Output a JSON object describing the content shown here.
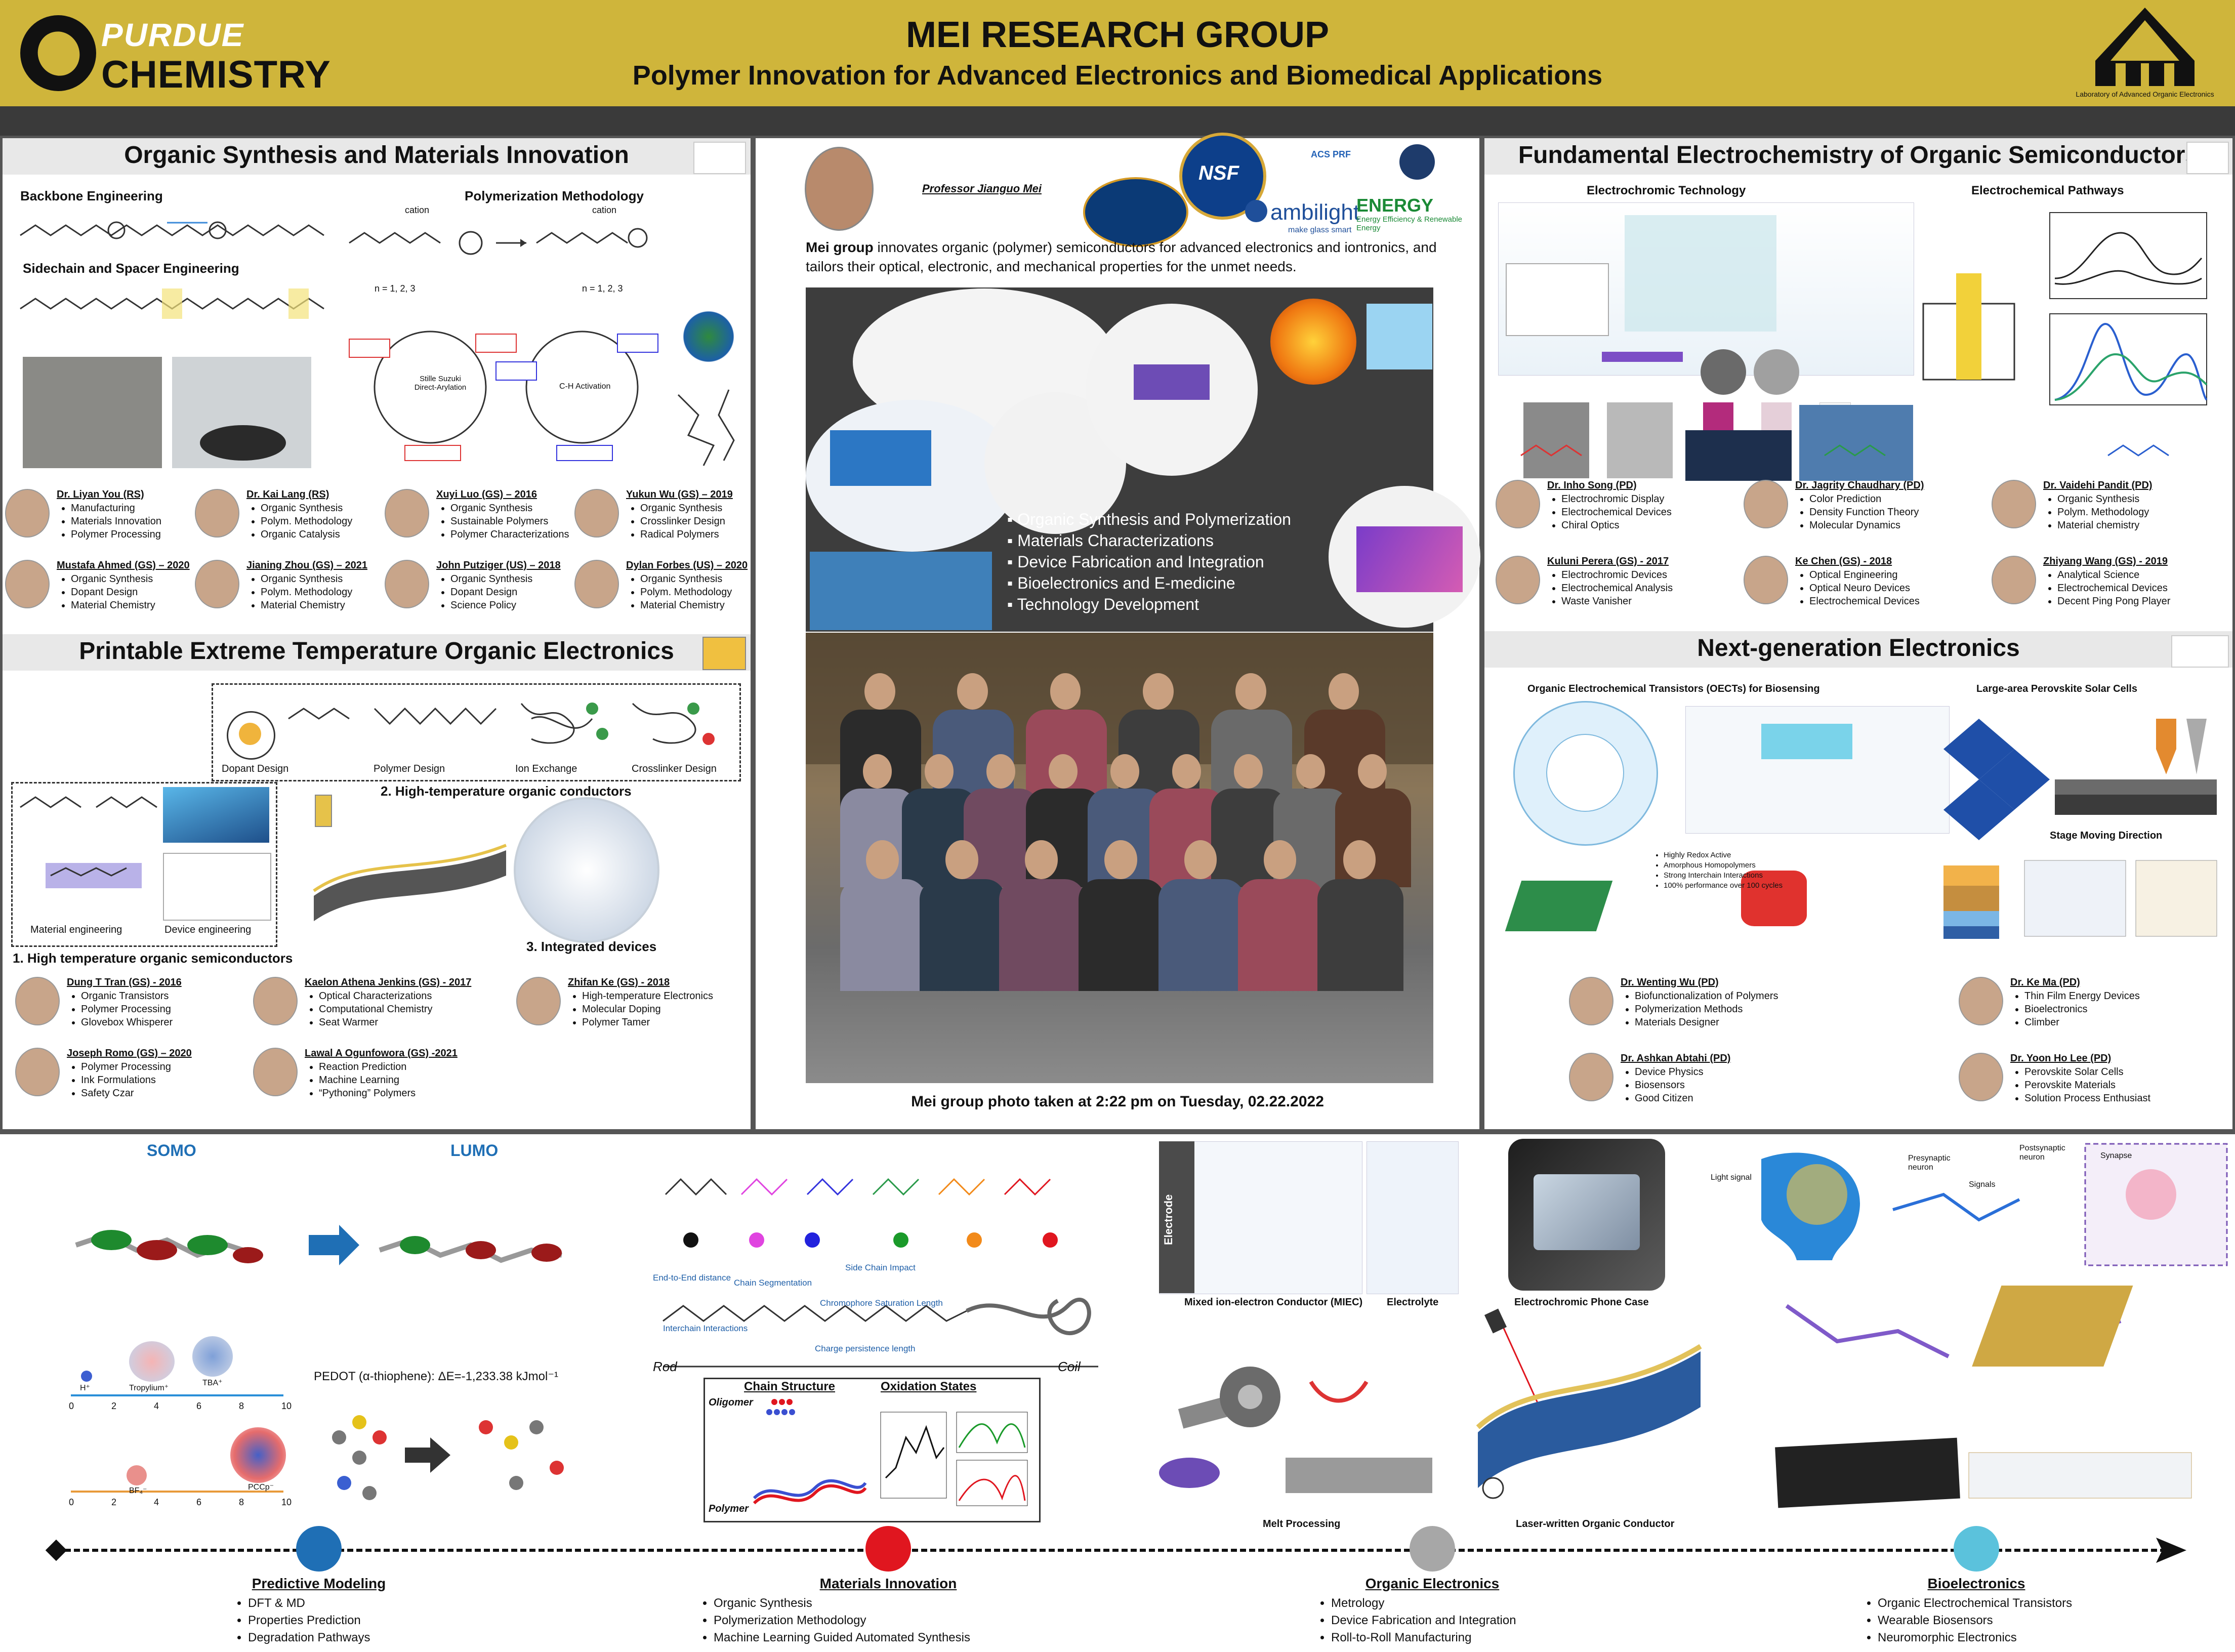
{
  "header": {
    "logo_top": "PURDUE",
    "logo_bottom": "CHEMISTRY",
    "title": "MEI RESEARCH GROUP",
    "subtitle": "Polymer Innovation for Advanced Electronics and Biomedical Applications",
    "lab_logo_text": "Laboratory of Advanced Organic Electronics"
  },
  "synthesis": {
    "title": "Organic Synthesis and Materials Innovation",
    "backbone": "Backbone Engineering",
    "sidechain": "Sidechain and Spacer Engineering",
    "polymerization": "Polymerization Methodology",
    "n_label": "n = 1, 2, 3",
    "cation": "cation",
    "stille": "Stille Suzuki Direct-Arylation",
    "ch_activation": "C-H Activation",
    "people": [
      {
        "name": "Dr. Liyan You (RS)",
        "items": [
          "Manufacturing",
          "Materials Innovation",
          "Polymer Processing"
        ]
      },
      {
        "name": "Dr. Kai Lang (RS)",
        "items": [
          "Organic Synthesis",
          "Polym. Methodology",
          "Organic Catalysis"
        ]
      },
      {
        "name": "Xuyi Luo (GS) – 2016",
        "items": [
          "Organic Synthesis",
          "Sustainable Polymers",
          "Polymer Characterizations"
        ]
      },
      {
        "name": "Yukun Wu (GS) – 2019",
        "items": [
          "Organic Synthesis",
          "Crosslinker Design",
          "Radical Polymers"
        ]
      },
      {
        "name": "Mustafa Ahmed (GS) – 2020",
        "items": [
          "Organic Synthesis",
          "Dopant Design",
          "Material Chemistry"
        ]
      },
      {
        "name": "Jianing Zhou (GS) – 2021",
        "items": [
          "Organic Synthesis",
          "Polym. Methodology",
          "Material Chemistry"
        ]
      },
      {
        "name": "John Putziger (US) – 2018",
        "items": [
          "Organic Synthesis",
          "Dopant Design",
          "Science Policy"
        ]
      },
      {
        "name": "Dylan Forbes (US) – 2020",
        "items": [
          "Organic Synthesis",
          "Polym. Methodology",
          "Material Chemistry"
        ]
      }
    ]
  },
  "printable": {
    "title": "Printable Extreme Temperature Organic Electronics",
    "design_labels": [
      "Dopant Design",
      "Polymer Design",
      "Ion Exchange",
      "Crosslinker Design"
    ],
    "material_eng": "Material engineering",
    "device_eng": "Device engineering",
    "item1": "1.  High temperature organic semiconductors",
    "item2": "2. High-temperature organic conductors",
    "item3": "3. Integrated devices",
    "people": [
      {
        "name": "Dung T Tran (GS) - 2016",
        "items": [
          "Organic Transistors",
          "Polymer Processing",
          "Glovebox Whisperer"
        ]
      },
      {
        "name": "Kaelon Athena Jenkins (GS) - 2017",
        "items": [
          "Optical Characterizations",
          "Computational Chemistry",
          "Seat Warmer"
        ]
      },
      {
        "name": "Zhifan Ke (GS) - 2018",
        "items": [
          "High-temperature Electronics",
          "Molecular Doping",
          "Polymer Tamer"
        ]
      },
      {
        "name": "Joseph Romo (GS) – 2020",
        "items": [
          "Polymer Processing",
          "Ink Formulations",
          "Safety Czar"
        ]
      },
      {
        "name": "Lawal A Ogunfowora (GS) -2021",
        "items": [
          "Reaction Prediction",
          "Machine Learning",
          "“Pythoning” Polymers"
        ]
      }
    ]
  },
  "center": {
    "professor": "Professor Jianguo Mei",
    "intro_bold": "Mei group",
    "intro_rest": " innovates organic (polymer) semiconductors for advanced electronics and iontronics, and tailors their optical, electronic, and mechanical properties for the unmet needs.",
    "sponsors": [
      "NSF",
      "ACS PRF",
      "ambilight",
      "ENERGY"
    ],
    "ambilight_tag": "make glass smart",
    "energy_tag": "Energy Efficiency & Renewable Energy",
    "areas": [
      "Organic Synthesis and Polymerization",
      "Materials Characterizations",
      "Device Fabrication and Integration",
      "Bioelectronics and E-medicine",
      "Technology Development"
    ],
    "photo_caption": "Mei group photo taken at 2:22 pm on Tuesday, 02.22.2022"
  },
  "electrochem": {
    "title": "Fundamental Electrochemistry of Organic Semiconductors",
    "electrochromic": "Electrochromic Technology",
    "pathways": "Electrochemical Pathways",
    "people": [
      {
        "name": "Dr. Inho Song (PD)",
        "items": [
          "Electrochromic Display",
          "Electrochemical Devices",
          "Chiral Optics"
        ]
      },
      {
        "name": "Dr. Jagrity Chaudhary (PD)",
        "items": [
          "Color Prediction",
          "Density Function Theory",
          "Molecular Dynamics"
        ]
      },
      {
        "name": "Dr. Vaidehi Pandit  (PD)",
        "items": [
          "Organic Synthesis",
          "Polym. Methodology",
          "Material chemistry"
        ]
      },
      {
        "name": "Kuluni Perera (GS) - 2017",
        "items": [
          "Electrochromic Devices",
          "Electrochemical Analysis",
          "Waste Vanisher"
        ]
      },
      {
        "name": "Ke Chen (GS) - 2018",
        "items": [
          "Optical Engineering",
          "Optical Neuro Devices",
          "Electrochemical Devices"
        ]
      },
      {
        "name": "Zhiyang Wang (GS) - 2019",
        "items": [
          "Analytical Science",
          "Electrochemical Devices",
          "Decent Ping Pong Player"
        ]
      }
    ]
  },
  "nextgen": {
    "title": "Next-generation Electronics",
    "oect": "Organic Electrochemical Transistors (OECTs) for Biosensing",
    "perovskite": "Large-area Perovskite Solar Cells",
    "stage_dir": "Stage Moving Direction",
    "oect_notes": [
      "Highly Redox Active",
      "Amorphous Homopolymers",
      "Strong Interchain Interactions",
      "100% performance over 100 cycles"
    ],
    "people": [
      {
        "name": "Dr. Wenting Wu (PD)",
        "items": [
          "Biofunctionalization of Polymers",
          "Polymerization Methods",
          "Materials Designer"
        ]
      },
      {
        "name": "Dr. Ke Ma (PD)",
        "items": [
          "Thin Film Energy Devices",
          "Bioelectronics",
          "Climber"
        ]
      },
      {
        "name": "Dr. Ashkan Abtahi (PD)",
        "items": [
          "Device Physics",
          "Biosensors",
          "Good Citizen"
        ]
      },
      {
        "name": "Dr. Yoon Ho Lee (PD)",
        "items": [
          "Perovskite Solar Cells",
          "Perovskite Materials",
          "Solution Process Enthusiast"
        ]
      }
    ]
  },
  "bottom": {
    "somo": "SOMO",
    "lumo": "LUMO",
    "pedot": "PEDOT (α-thiophene): ΔE=-1,233.38 kJmol⁻¹",
    "ions": [
      "H⁺",
      "Tropylium⁺",
      "TBA⁺",
      "BF₄⁻",
      "PCCp⁻"
    ],
    "axis_ticks": [
      "0",
      "2",
      "4",
      "6",
      "8",
      "10"
    ],
    "rod": "Rod",
    "coil": "Coil",
    "chain_structure": "Chain Structure",
    "oxidation_states": "Oxidation States",
    "oligomer": "Oligomer",
    "polymer": "Polymer",
    "chain_labels": [
      "End-to-End distance",
      "Chain Segmentation",
      "Side Chain Impact",
      "Chromophore Saturation Length",
      "Interchain Interactions",
      "Charge persistence length"
    ],
    "miec": "Mixed ion-electron Conductor (MIEC)",
    "electrolyte": "Electrolyte",
    "electrode": "Electrode",
    "phone_case": "Electrochromic Phone Case",
    "melt": "Melt Processing",
    "laser": "Laser-written Organic Conductor",
    "light_signal": "Light signal",
    "presynaptic": "Presynaptic neuron",
    "postsynaptic": "Postsynaptic neuron",
    "signals": "Signals",
    "synapse": "Synapse",
    "timeline": [
      {
        "label": "Predictive Modeling",
        "color": "#1f6fb5",
        "items": [
          "DFT & MD",
          "Properties Prediction",
          "Degradation Pathways"
        ]
      },
      {
        "label": "Materials Innovation",
        "color": "#e0161f",
        "items": [
          "Organic Synthesis",
          "Polymerization Methodology",
          "Machine Learning Guided Automated Synthesis"
        ]
      },
      {
        "label": "Organic Electronics",
        "color": "#a7a7a7",
        "items": [
          "Metrology",
          "Device Fabrication and Integration",
          "Roll-to-Roll Manufacturing"
        ]
      },
      {
        "label": "Bioelectronics",
        "color": "#5bc2dc",
        "items": [
          "Organic Electrochemical Transistors",
          "Wearable Biosensors",
          "Neuromorphic Electronics"
        ]
      }
    ]
  }
}
